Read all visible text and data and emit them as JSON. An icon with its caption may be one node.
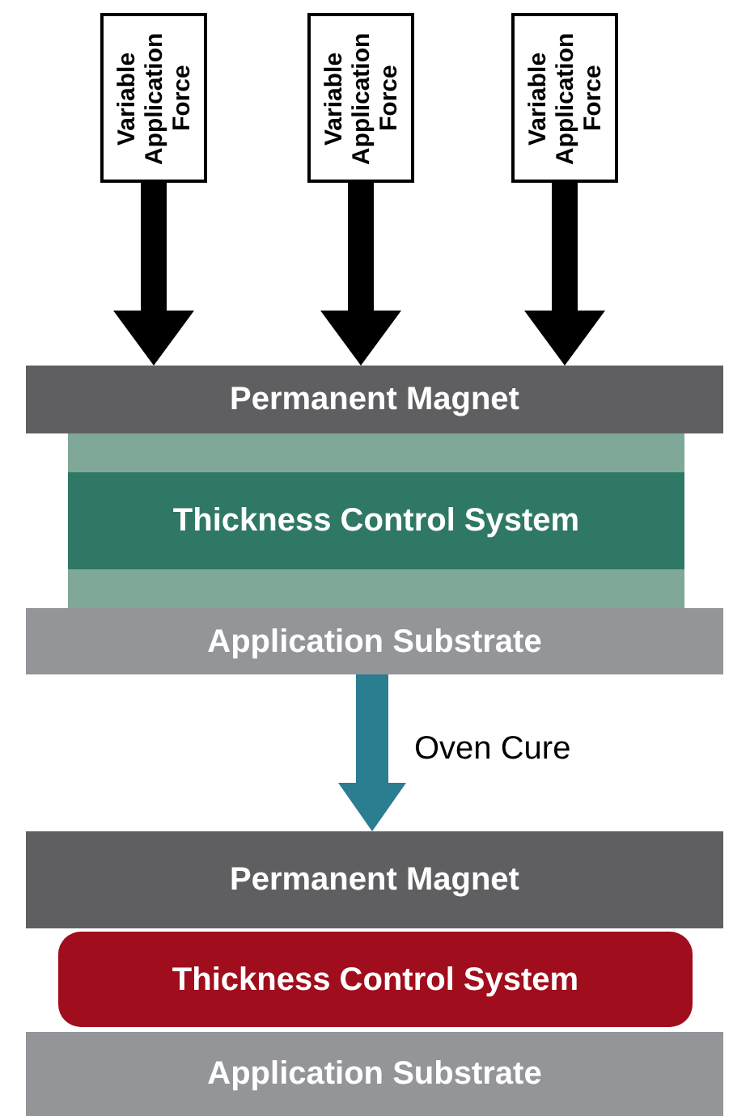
{
  "diagram": {
    "nodes": [
      {
        "text": [
          "Variable Application Force"
        ]
      },
      {
        "text": [
          "Variable Application Force"
        ]
      },
      {
        "text": [
          "Variable Application Force"
        ]
      },
      {
        "text": [
          "Permanent Magnet"
        ]
      },
      {
        "text": [
          "Thickness Control System"
        ]
      },
      {
        "text": [
          "Application Substrate"
        ]
      },
      {
        "text": [
          "Permanent Magnet"
        ]
      },
      {
        "text": [
          "Thickness Control System"
        ]
      },
      {
        "text": [
          "Application Substrate"
        ]
      }
    ],
    "edges": [
      {
        "from": 0,
        "to": 3,
        "arrow": "to"
      },
      {
        "from": 1,
        "to": 3,
        "arrow": "to"
      },
      {
        "from": 2,
        "to": 3,
        "arrow": "to"
      },
      {
        "from": 5,
        "to": 6,
        "arrow": "to",
        "color": "#2b7d90",
        "label": "Oven Cure"
      }
    ]
  }
}
